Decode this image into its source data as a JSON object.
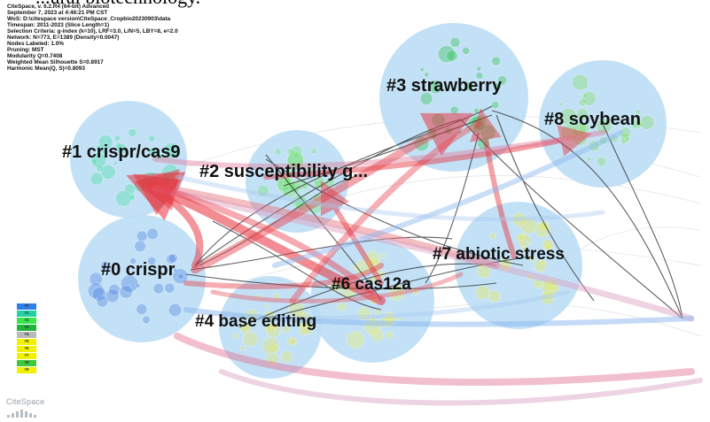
{
  "page_top_text": "...ural biotechnology.",
  "metadata": [
    "CiteSpace, v. 6.2.R4 (64-bit) Advanced",
    "September 7, 2023 at 4:46:21 PM CST",
    "WoS: D:\\citespace version\\CiteSpace_Cropbio20230903\\data",
    "Timespan: 2011-2023 (Slice Length=1)",
    "Selection Criteria: g-index (k=10), LRF=3.0, L/N=5, LBY=8, e=2.0",
    "Network: N=773, E=1389 (Density=0.0047)",
    "Nodes Labeled: 1.0%",
    "Pruning: MST",
    "Modularity Q=0.7408",
    "Weighted Mean Silhouette S=0.8917",
    "Harmonic Mean(Q, S)=0.8093"
  ],
  "clusters": [
    {
      "id": "cluster-0",
      "label": "#0 crispr",
      "fill": "#a9d4f2",
      "node_color": "#4a7fe0"
    },
    {
      "id": "cluster-1",
      "label": "#1 crispr/cas9",
      "fill": "#a9d4f2",
      "node_color": "#3ee0a0"
    },
    {
      "id": "cluster-2",
      "label": "#2 susceptibility g...",
      "fill": "#a9d4f2",
      "node_color": "#6ee46a"
    },
    {
      "id": "cluster-3",
      "label": "#3 strawberry",
      "fill": "#a9d4f2",
      "node_color": "#20c040"
    },
    {
      "id": "cluster-4",
      "label": "#4 base editing",
      "fill": "#a9d4f2",
      "node_color": "#e6e85a"
    },
    {
      "id": "cluster-6",
      "label": "#6 cas12a",
      "fill": "#a9d4f2",
      "node_color": "#eef05a"
    },
    {
      "id": "cluster-7",
      "label": "#7 abiotic stress",
      "fill": "#a9d4f2",
      "node_color": "#f0ee40"
    },
    {
      "id": "cluster-8",
      "label": "#8 soybean",
      "fill": "#a9d4f2",
      "node_color": "#7ee05a"
    }
  ],
  "legend": [
    {
      "label": "#0",
      "color": "#2f7fe8"
    },
    {
      "label": "#1",
      "color": "#22d0a0"
    },
    {
      "label": "#2",
      "color": "#39e64a"
    },
    {
      "label": "#3",
      "color": "#1fb53a"
    },
    {
      "label": "#4",
      "color": "#b8b8b8"
    },
    {
      "label": "#5",
      "color": "#f2f200"
    },
    {
      "label": "#6",
      "color": "#f2f200"
    },
    {
      "label": "#7",
      "color": "#f2f200"
    },
    {
      "label": "#8",
      "color": "#3ec83a"
    },
    {
      "label": "#9",
      "color": "#f2f200"
    }
  ],
  "brand": "CiteSpace",
  "colors": {
    "arrow_red": "#e8303a",
    "arrow_pink": "#d9a0c0",
    "arrow_blue": "#8ab6f0",
    "link_dark": "#2a2a2a"
  }
}
